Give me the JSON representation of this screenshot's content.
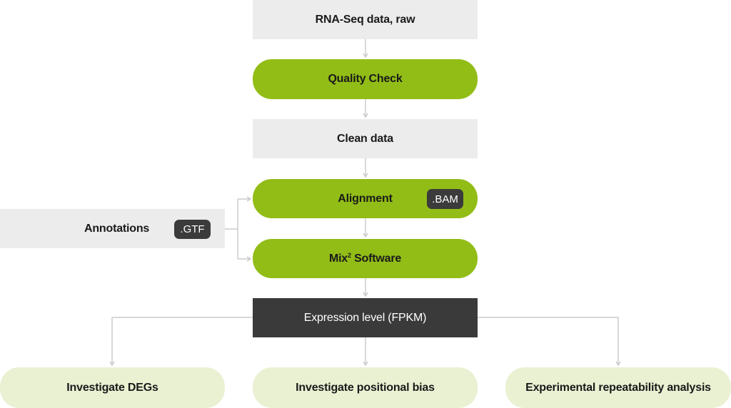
{
  "nodes": {
    "raw_data": "RNA-Seq data, raw",
    "quality_check": "Quality Check",
    "clean_data": "Clean data",
    "alignment": "Alignment",
    "alignment_badge": ".BAM",
    "annotations": "Annotations",
    "annotations_badge": ".GTF",
    "software_prefix": "Mix",
    "software_sup": "2",
    "software_suffix": " Software",
    "expression": "Expression level (FPKM)",
    "outputs": [
      "Investigate DEGs",
      "Investigate positional bias",
      "Experimental repeatability analysis"
    ]
  },
  "colors": {
    "gray_box": "#ececec",
    "green_step": "#92bd17",
    "dark_box": "#3a3a3a",
    "light_green_output": "#e9f1d2",
    "badge": "#3b3b3b",
    "connector": "#cccccc"
  }
}
